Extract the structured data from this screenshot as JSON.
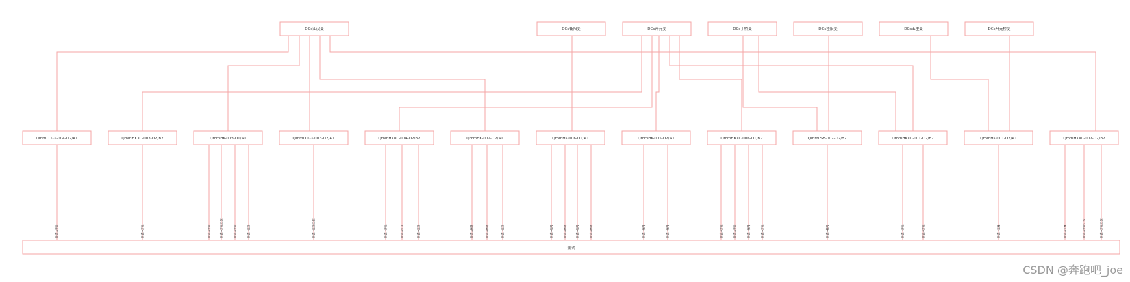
{
  "top_nodes": [
    "DCs江汉变",
    "DCs衡阳变",
    "DCs开元变",
    "DCs丁桥变",
    "DCs桂阳变",
    "DCs五里变",
    "DCs开元桥变"
  ],
  "middle_nodes": [
    "QmmLCGX-004-D2/A1",
    "QmmHKXC-003-D2/B2",
    "QmmHK-003-D1/A1",
    "QmmLCGX-003-D2/A1",
    "QmmHKXC-004-D2/B2",
    "QmmHK-002-D2/A1",
    "QmmHK-006-D1/A1",
    "QmmHK-005-D2/A1",
    "QmmHKXC-006-D1/B2",
    "QmmLSB-002-D2/B2",
    "QmmHKXC-001-D2/B2",
    "QmmHK-001-D2/A1",
    "QmmHKXC-007-D2/B2"
  ],
  "bottom_node": "测试",
  "link_labels": [
    [
      "测试→开元"
    ],
    [
      "测试→开元"
    ],
    [
      "测试→开元",
      "测试→开元江汉",
      "测试→开元",
      "测试→江汉"
    ],
    [
      "测试→江汉江汉"
    ],
    [
      "测试→开元",
      "测试→江汉",
      "测试→江汉"
    ],
    [
      "测试→衡阳",
      "测试→衡阳",
      "测试→江汉"
    ],
    [
      "测试→衡阳",
      "测试→衡阳",
      "测试→衡阳",
      "测试→衡阳"
    ],
    [
      "测试→衡阳",
      "测试→衡阳"
    ],
    [
      "测试→开元",
      "测试→开元",
      "测试→衡阳",
      "测试→开元"
    ],
    [
      "测试→桂阳"
    ],
    [
      "测试→开元",
      "测试→开元"
    ],
    [
      "测试→五里"
    ],
    [
      "测试→五里",
      "测试→开元江汉",
      "测试→开元江汉"
    ]
  ],
  "watermark": "CSDN @奔跑吧_joe",
  "colors": {
    "line": "#f4a6a6",
    "box_fill": "#ffffff",
    "text": "#333333",
    "watermark": "#9a9a9a"
  }
}
